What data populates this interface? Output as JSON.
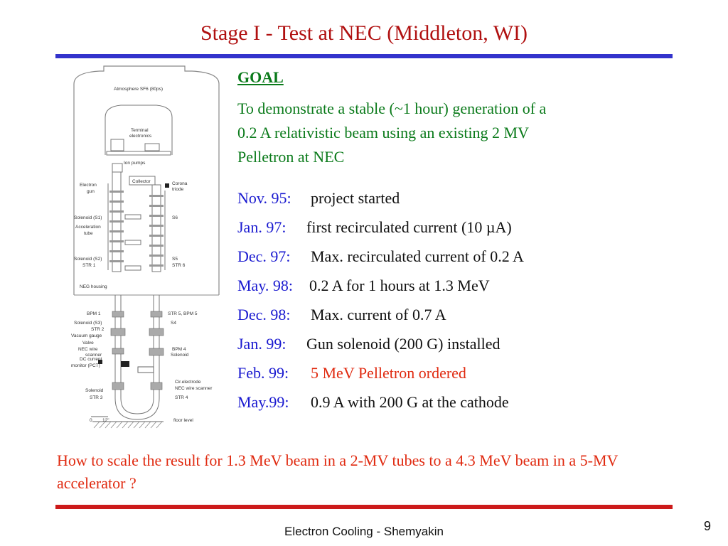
{
  "slide": {
    "title": "Stage I -  Test at NEC (Middleton, WI)",
    "goal_heading": "GOAL",
    "goal_lines": [
      "To demonstrate a stable (~1 hour)  generation of  a",
      "0.2 A relativistic beam using an existing 2 MV",
      "Pelletron at NEC"
    ],
    "timeline": [
      {
        "date": "Nov. 95:",
        "event": "project started"
      },
      {
        "date": "Jan. 97:",
        "event": " first recirculated current (10 µA)"
      },
      {
        "date": "Dec. 97:",
        "event": "Max. recirculated current of 0.2 A"
      },
      {
        "date": "May. 98:",
        "event": "0.2 A for 1 hours at 1.3 MeV"
      },
      {
        "date": "Dec. 98:",
        "event": "Max. current of 0.7 A"
      },
      {
        "date": "Jan. 99:",
        "event": " Gun solenoid (200 G) installed"
      },
      {
        "date": "Feb. 99:",
        "event": " 5 MeV Pelletron ordered"
      },
      {
        "date": "May.99:",
        "event": "0.9 A with 200 G at the cathode"
      }
    ],
    "question": "How to scale the result for 1.3 MeV beam in a 2-MV tubes to a 4.3 MeV beam in a 5-MV accelerator ?",
    "footer": "Electron Cooling - Shemyakin",
    "page_number": "9"
  },
  "diagram": {
    "labels": {
      "atmosphere": "Atmosphere  SF6 (80ps)",
      "terminal": "Terminal",
      "electronics": "electronics",
      "ion_pumps": "Ion pumps",
      "collector": "Collector",
      "corona": "Corona",
      "triode": "triode",
      "electron": "Electron",
      "gun": "gun",
      "solenoid_s1": "Solenoid (S1)",
      "acceleration": "Acceleration",
      "tube": "tube",
      "s6": "S6",
      "solenoid_s2": "Solenoid (S2)",
      "str1": "STR 1",
      "s5": "S5",
      "str6": "STR 6",
      "neg_housing": "NEG housing",
      "bpm1": "BPM  1",
      "str5_bpm5": "STR 5, BPM  5",
      "solenoid_s3": "Solenoid (S3)",
      "s4": "S4",
      "str2": "STR 2",
      "vacuum_gauge": "Vacuum gauge",
      "valve": "Valve",
      "nec_wire": "NEC wire",
      "scanner": "scanner",
      "bpm4": "BPM  4",
      "solenoid": "Solenoid",
      "dc_current": "DC current",
      "monitor_pct": "monitor (PCT)",
      "cir_electrode": "Cir.electrode",
      "nec_wire_scanner": "NEC wire scanner",
      "solenoid_bottom": "Solenoid",
      "str3": "STR 3",
      "str4": "STR 4",
      "scale_0": "0",
      "scale_12": "12\"",
      "floor_level": "floor level"
    }
  },
  "colors": {
    "title": "#b01010",
    "top_rule": "#3333cc",
    "bottom_rule": "#cc1a1a",
    "goal": "#0a7a1a",
    "date": "#1a1ad0",
    "highlight": "#e02a10"
  }
}
